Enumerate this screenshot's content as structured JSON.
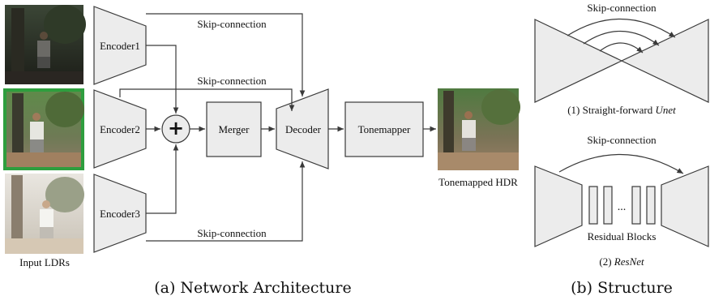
{
  "network": {
    "input_caption": "Input LDRs",
    "encoders": [
      "Encoder1",
      "Encoder2",
      "Encoder3"
    ],
    "plus_symbol": "+",
    "merger": "Merger",
    "decoder": "Decoder",
    "tonemapper": "Tonemapper",
    "output_caption": "Tonemapped HDR",
    "skip_labels": [
      "Skip-connection",
      "Skip-connection",
      "Skip-connection"
    ],
    "caption": "(a) Network Architecture"
  },
  "structure": {
    "unet": {
      "skip_label": "Skip-connection",
      "caption_prefix": "(1) Straight-forward ",
      "caption_name": "Unet"
    },
    "resnet": {
      "skip_label": "Skip-connection",
      "dots": "...",
      "blocks_label": "Residual Blocks",
      "caption_prefix": "(2) ",
      "caption_name": "ResNet"
    },
    "caption": "(b) Structure"
  },
  "colors": {
    "shape_fill": "#ececec",
    "stroke": "#3a3a3a",
    "highlight_border": "#2e9e3e"
  }
}
